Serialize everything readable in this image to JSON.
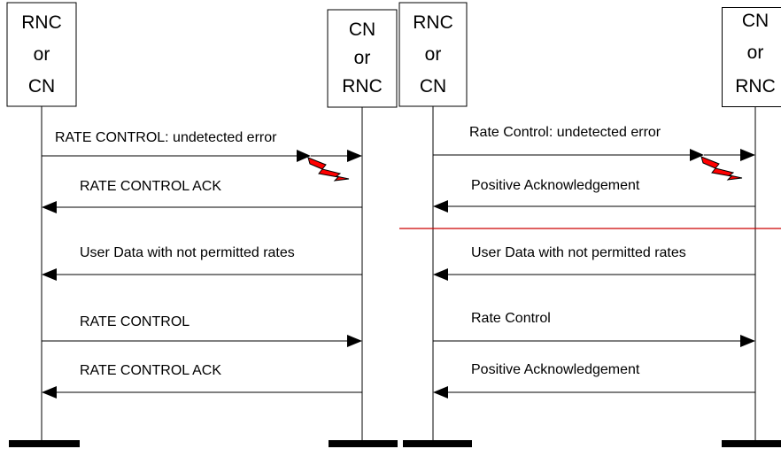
{
  "diagrams": [
    {
      "left_entity": [
        "RNC",
        "or",
        "CN"
      ],
      "right_entity": [
        "CN",
        "or",
        "RNC"
      ],
      "messages": [
        {
          "label": "RATE CONTROL: undetected error",
          "direction": "right",
          "error": true
        },
        {
          "label": "RATE CONTROL ACK",
          "direction": "left",
          "error": false
        },
        {
          "label": "User Data with not permitted rates",
          "direction": "left",
          "error": false
        },
        {
          "label": "RATE CONTROL",
          "direction": "right",
          "error": false
        },
        {
          "label": "RATE CONTROL ACK",
          "direction": "left",
          "error": false
        }
      ]
    },
    {
      "left_entity": [
        "RNC",
        "or",
        "CN"
      ],
      "right_entity": [
        "CN",
        "or",
        "RNC"
      ],
      "messages": [
        {
          "label": "Rate Control: undetected error",
          "direction": "right",
          "error": true
        },
        {
          "label": "Positive Acknowledgement",
          "direction": "left",
          "error": false
        },
        {
          "label": "User Data with not permitted rates",
          "direction": "left",
          "error": false
        },
        {
          "label": "Rate Control",
          "direction": "right",
          "error": false
        },
        {
          "label": "Positive Acknowledgement",
          "direction": "left",
          "error": false
        }
      ],
      "separator_color": "#cc0000"
    }
  ],
  "colors": {
    "line": "#000000",
    "lightning_fill": "#ff0000",
    "separator": "#cc0000"
  }
}
